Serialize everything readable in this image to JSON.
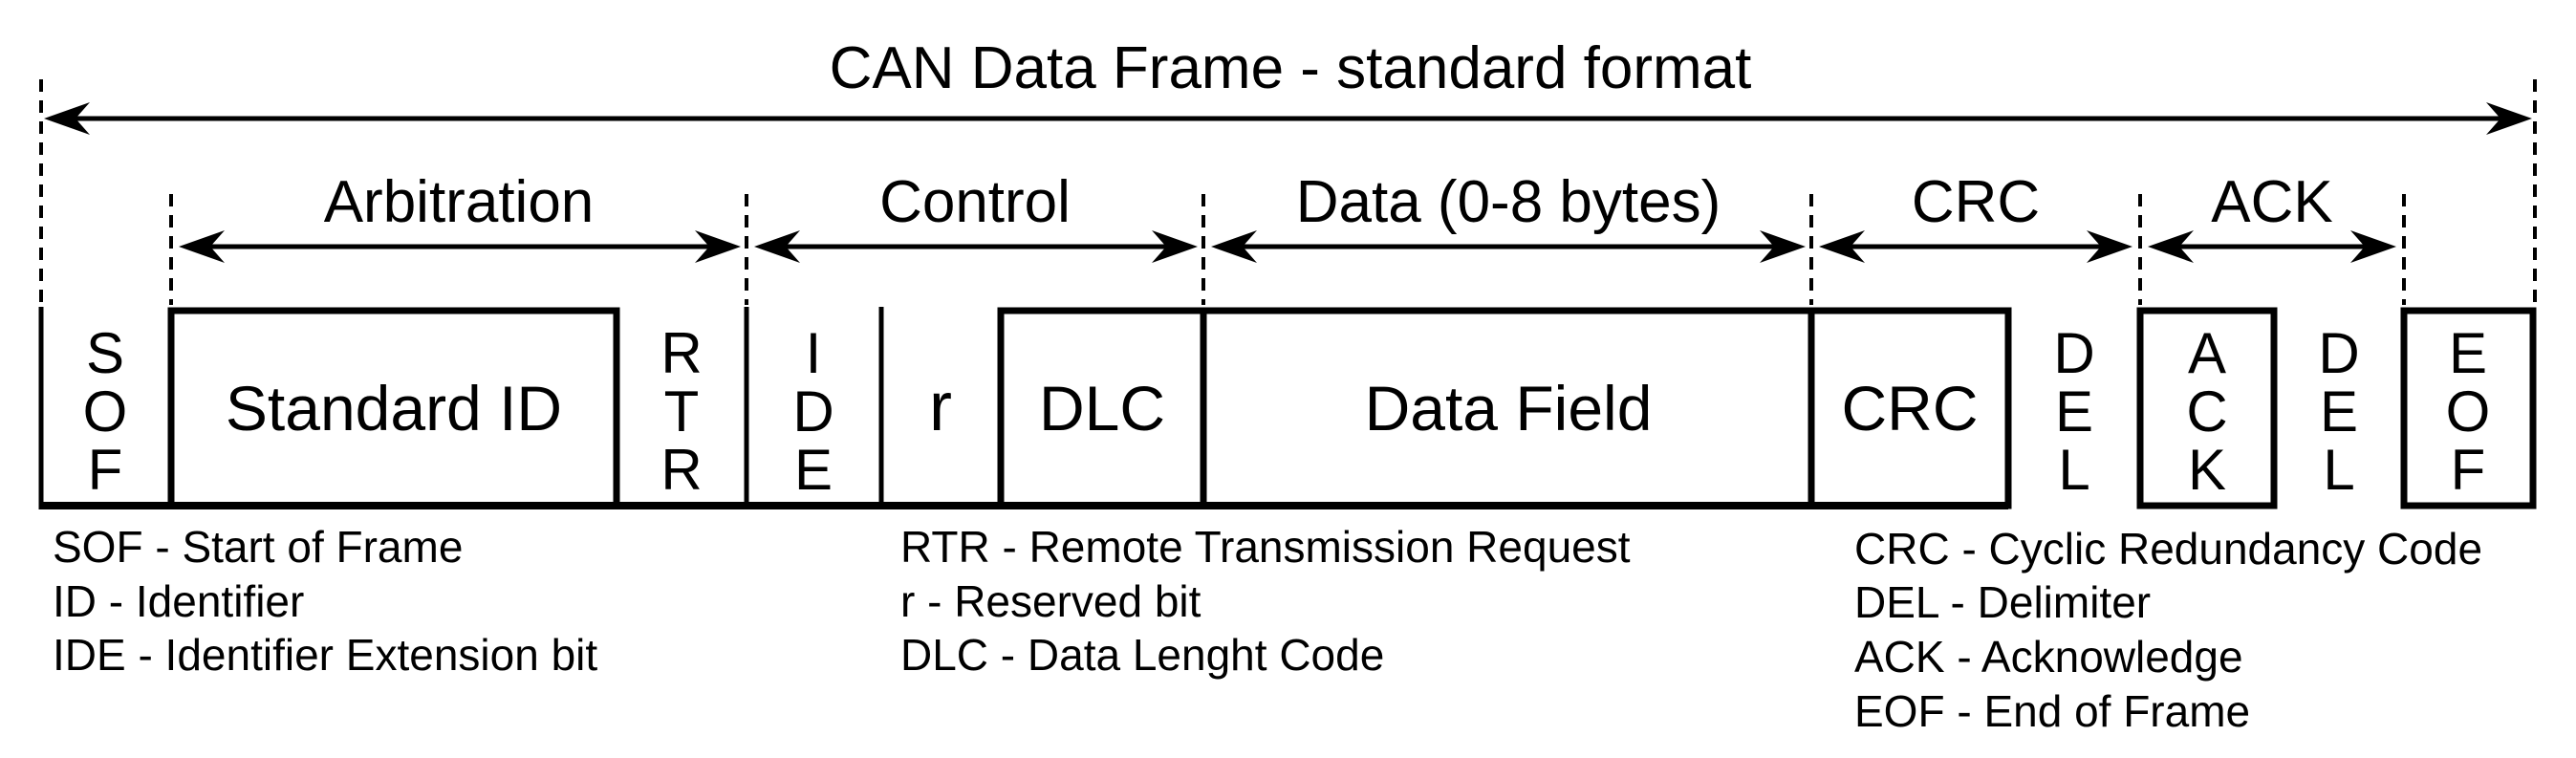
{
  "diagram": {
    "title": "CAN Data Frame - standard format",
    "sections": [
      {
        "label": "Arbitration"
      },
      {
        "label": "Control"
      },
      {
        "label": "Data (0-8 bytes)"
      },
      {
        "label": "CRC"
      },
      {
        "label": "ACK"
      }
    ],
    "fields": [
      {
        "abbr": "SOF"
      },
      {
        "label": "Standard ID"
      },
      {
        "abbr": "RTR"
      },
      {
        "abbr": "IDE"
      },
      {
        "label": "r"
      },
      {
        "label": "DLC"
      },
      {
        "label": "Data Field"
      },
      {
        "label": "CRC"
      },
      {
        "abbr": "DEL"
      },
      {
        "abbr": "ACK"
      },
      {
        "abbr": "DEL"
      },
      {
        "abbr": "EOF"
      }
    ],
    "legend": {
      "column1": [
        "SOF - Start of Frame",
        "ID - Identifier",
        "IDE - Identifier Extension bit"
      ],
      "column2": [
        "RTR - Remote Transmission Request",
        "r - Reserved bit",
        "DLC - Data Lenght Code"
      ],
      "column3": [
        "CRC - Cyclic Redundancy Code",
        "DEL - Delimiter",
        "ACK - Acknowledge",
        "EOF - End of Frame"
      ]
    },
    "colors": {
      "ink": "#000000",
      "background": "#ffffff"
    }
  }
}
